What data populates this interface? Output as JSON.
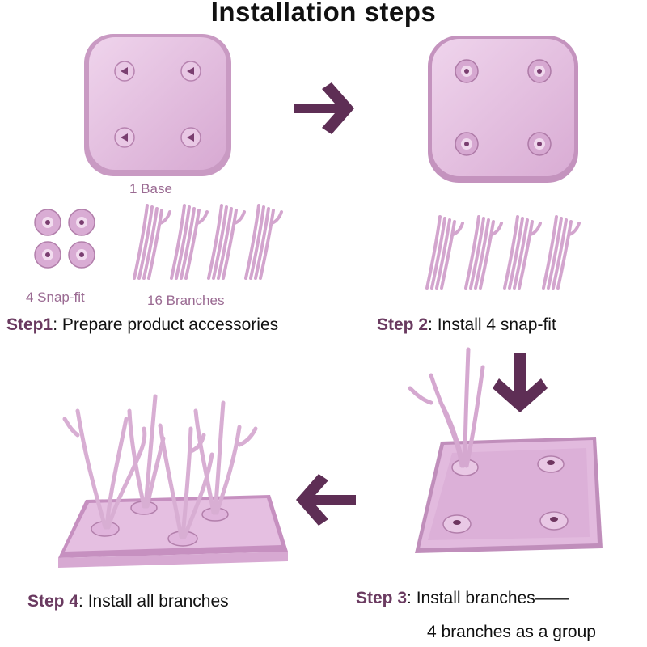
{
  "title": "Installation steps",
  "labels": {
    "base": "1 Base",
    "snapfit": "4 Snap-fit",
    "branches": "16 Branches"
  },
  "steps": [
    {
      "label": "Step1",
      "text": ": Prepare product accessories"
    },
    {
      "label": "Step 2",
      "text": ": Install 4 snap-fit"
    },
    {
      "label": "Step 3",
      "text": ": Install branches——"
    },
    {
      "label": "Step 4",
      "text": ": Install all branches"
    }
  ],
  "step3_subtext": "4 branches as a group",
  "colors": {
    "tray_fill": "#e6c2e2",
    "tray_edge": "#c89ac2",
    "branch": "#d7acd3",
    "arrow": "#5e2e55",
    "accent_text": "#6a3a60"
  },
  "icons": [
    "arrow-right-icon",
    "arrow-down-icon",
    "arrow-left-icon"
  ]
}
